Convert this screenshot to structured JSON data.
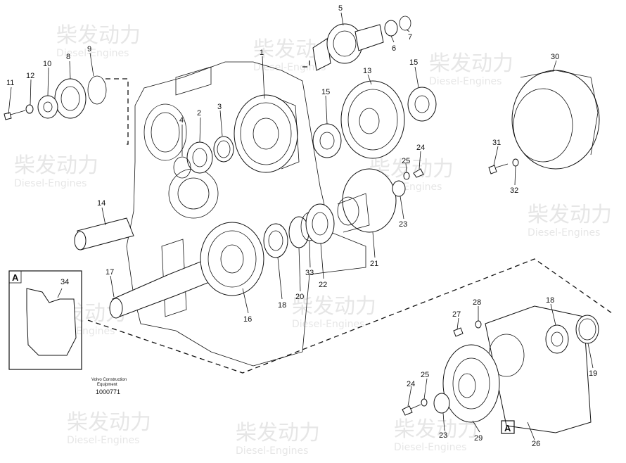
{
  "watermark": {
    "brand_text": "柴发动力",
    "sub_text": "Diesel-Engines",
    "color": "#c9c9c9"
  },
  "detail_box": {
    "letter": "A",
    "part_number": "34"
  },
  "callouts": [
    {
      "id": "c1",
      "label": "1"
    },
    {
      "id": "c2",
      "label": "2"
    },
    {
      "id": "c3",
      "label": "3"
    },
    {
      "id": "c4",
      "label": "4"
    },
    {
      "id": "c5",
      "label": "5"
    },
    {
      "id": "c6",
      "label": "6"
    },
    {
      "id": "c7",
      "label": "7"
    },
    {
      "id": "c8",
      "label": "8"
    },
    {
      "id": "c9",
      "label": "9"
    },
    {
      "id": "c10",
      "label": "10"
    },
    {
      "id": "c11",
      "label": "11"
    },
    {
      "id": "c12",
      "label": "12"
    },
    {
      "id": "c13",
      "label": "13"
    },
    {
      "id": "c14",
      "label": "14"
    },
    {
      "id": "c15a",
      "label": "15"
    },
    {
      "id": "c15b",
      "label": "15"
    },
    {
      "id": "c16",
      "label": "16"
    },
    {
      "id": "c17",
      "label": "17"
    },
    {
      "id": "c18a",
      "label": "18"
    },
    {
      "id": "c18b",
      "label": "18"
    },
    {
      "id": "c19",
      "label": "19"
    },
    {
      "id": "c20",
      "label": "20"
    },
    {
      "id": "c21",
      "label": "21"
    },
    {
      "id": "c22",
      "label": "22"
    },
    {
      "id": "c23a",
      "label": "23"
    },
    {
      "id": "c23b",
      "label": "23"
    },
    {
      "id": "c24a",
      "label": "24"
    },
    {
      "id": "c24b",
      "label": "24"
    },
    {
      "id": "c25a",
      "label": "25"
    },
    {
      "id": "c25b",
      "label": "25"
    },
    {
      "id": "c26a",
      "label": "26"
    },
    {
      "id": "c26b",
      "label": "26"
    },
    {
      "id": "c27",
      "label": "27"
    },
    {
      "id": "c28",
      "label": "28"
    },
    {
      "id": "c29",
      "label": "29"
    },
    {
      "id": "c30",
      "label": "30"
    },
    {
      "id": "c31",
      "label": "31"
    },
    {
      "id": "c32",
      "label": "32"
    },
    {
      "id": "c33",
      "label": "33"
    }
  ],
  "ref_marker": "A",
  "caption": {
    "line1": "Volvo Construction",
    "line2": "Equipment",
    "code": "1000771"
  }
}
